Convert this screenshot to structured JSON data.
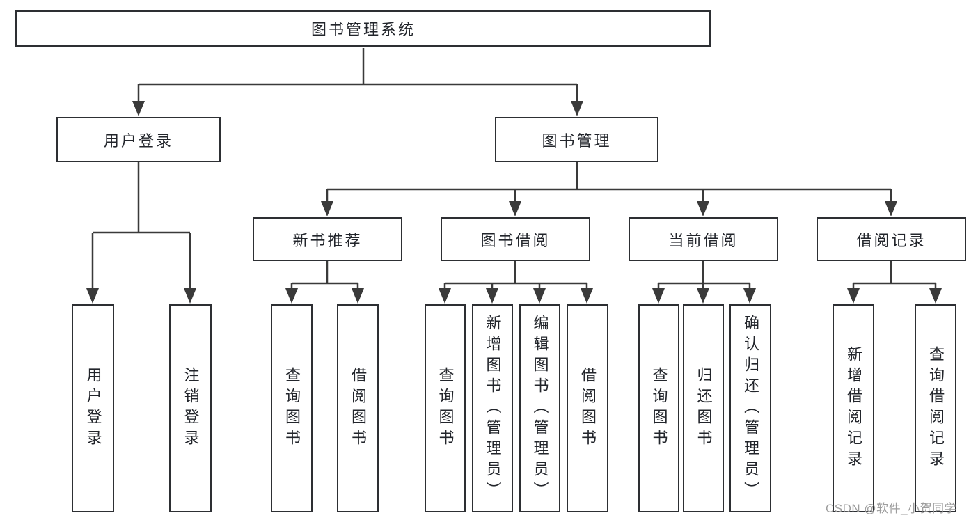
{
  "hierarchy": {
    "label": "图书管理系统",
    "children": [
      {
        "label": "用户登录",
        "children": [
          {
            "label": "用户登录"
          },
          {
            "label": "注销登录"
          }
        ]
      },
      {
        "label": "图书管理",
        "children": [
          {
            "label": "新书推荐",
            "children": [
              {
                "label": "查询图书"
              },
              {
                "label": "借阅图书"
              }
            ]
          },
          {
            "label": "图书借阅",
            "children": [
              {
                "label": "查询图书"
              },
              {
                "label": "新增图书（管理员）"
              },
              {
                "label": "编辑图书（管理员）"
              },
              {
                "label": "借阅图书"
              }
            ]
          },
          {
            "label": "当前借阅",
            "children": [
              {
                "label": "查询图书"
              },
              {
                "label": "归还图书"
              },
              {
                "label": "确认归还（管理员）"
              }
            ]
          },
          {
            "label": "借阅记录",
            "children": [
              {
                "label": "新增借阅记录"
              },
              {
                "label": "查询借阅记录"
              }
            ]
          }
        ]
      }
    ]
  },
  "watermark": {
    "text": "CSDN @软件_小贺同学"
  },
  "colors": {
    "line": "#3a3a3a",
    "box_border": "#2d2f33",
    "box_background": "#ffffff",
    "text": "#22252b",
    "watermark": "#9e9e9e"
  }
}
